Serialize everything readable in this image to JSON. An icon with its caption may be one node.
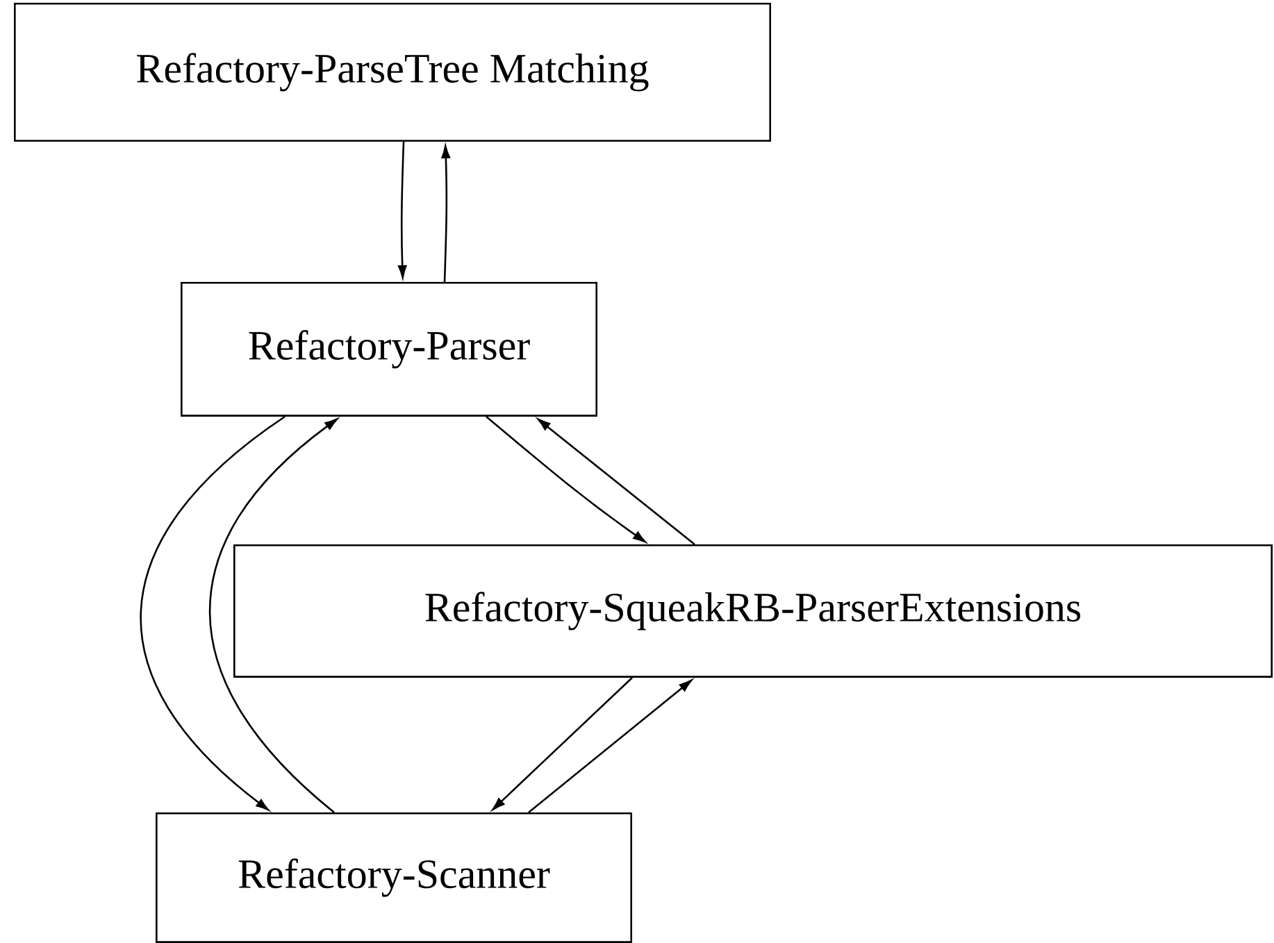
{
  "diagram": {
    "nodes": [
      {
        "text": [
          "Refactory-ParseTree Matching"
        ]
      },
      {
        "text": [
          "Refactory-Parser"
        ]
      },
      {
        "text": [
          "Refactory-SqueakRB-ParserExtensions"
        ]
      },
      {
        "text": [
          "Refactory-Scanner"
        ]
      }
    ],
    "edges": [
      {
        "from": 0,
        "to": 1,
        "arrow": "to"
      },
      {
        "from": 1,
        "to": 0,
        "arrow": "to"
      },
      {
        "from": 1,
        "to": 2,
        "arrow": "to"
      },
      {
        "from": 2,
        "to": 1,
        "arrow": "to"
      },
      {
        "from": 1,
        "to": 3,
        "arrow": "to"
      },
      {
        "from": 3,
        "to": 1,
        "arrow": "to"
      },
      {
        "from": 2,
        "to": 3,
        "arrow": "to"
      },
      {
        "from": 3,
        "to": 2,
        "arrow": "to"
      }
    ]
  }
}
